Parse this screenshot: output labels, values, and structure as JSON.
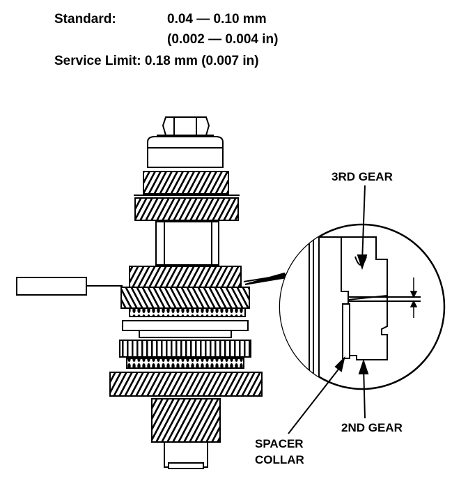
{
  "specs": {
    "standard_label": "Standard:",
    "standard_mm": "0.04 — 0.10 mm",
    "standard_in": "(0.002 — 0.004 in)",
    "service_limit": "Service Limit: 0.18 mm (0.007 in)"
  },
  "callouts": {
    "third_gear": "3RD GEAR",
    "second_gear": "2ND GEAR",
    "spacer_line1": "SPACER",
    "spacer_line2": "COLLAR"
  },
  "colors": {
    "ink": "#000000",
    "paper": "#ffffff",
    "gray": "#d8d8d8"
  }
}
